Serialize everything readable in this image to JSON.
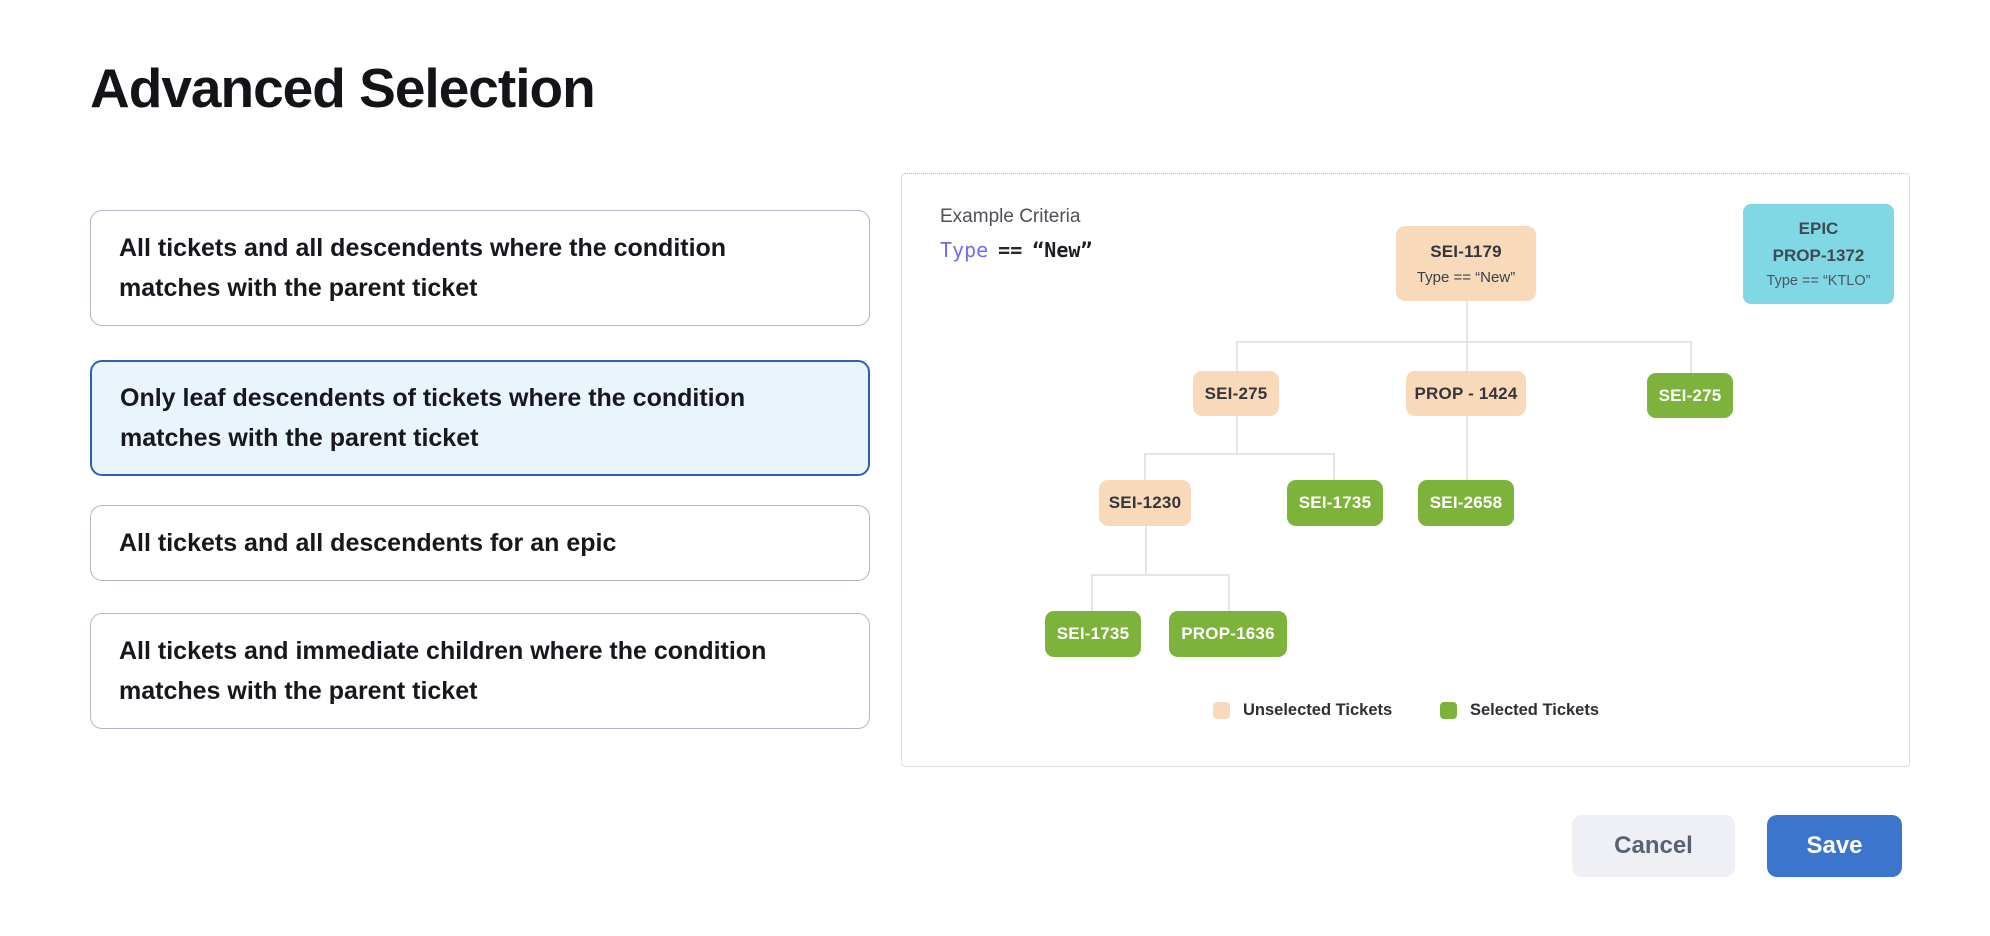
{
  "title": "Advanced Selection",
  "options": [
    {
      "label": "All tickets and all descendents where the condition matches with the parent ticket",
      "selected": false
    },
    {
      "label": "Only leaf descendents of tickets where the condition matches with the parent ticket",
      "selected": true
    },
    {
      "label": "All tickets and all descendents for an epic",
      "selected": false
    },
    {
      "label": "All tickets and immediate children where the condition matches with the parent ticket",
      "selected": false
    }
  ],
  "panel": {
    "criteria": {
      "label": "Example Criteria",
      "field": "Type",
      "operator": "==",
      "value": "“New”"
    },
    "epic_card": {
      "line1": "EPIC",
      "line2": "PROP-1372",
      "line3": "Type == “KTLO”"
    },
    "tree": {
      "root": {
        "label": "SEI-1179",
        "condition": "Type == “New”",
        "state": "unselected"
      },
      "level2": [
        {
          "label": "SEI-275",
          "state": "unselected"
        },
        {
          "label": "PROP - 1424",
          "state": "unselected"
        },
        {
          "label": "SEI-275",
          "state": "selected"
        }
      ],
      "level3": [
        {
          "label": "SEI-1230",
          "state": "unselected"
        },
        {
          "label": "SEI-1735",
          "state": "selected"
        },
        {
          "label": "SEI-2658",
          "state": "selected"
        }
      ],
      "level4": [
        {
          "label": "SEI-1735",
          "state": "selected"
        },
        {
          "label": "PROP-1636",
          "state": "selected"
        }
      ]
    },
    "legend": [
      {
        "label": "Unselected Tickets",
        "color": "#F8DABB"
      },
      {
        "label": "Selected Tickets",
        "color": "#7DB33B"
      }
    ]
  },
  "footer": {
    "cancel_label": "Cancel",
    "save_label": "Save"
  },
  "colors": {
    "unselected_ticket": "#F8DABB",
    "selected_ticket": "#7DB33B",
    "epic_card": "#7FD8E3",
    "selected_option_border": "#2D63AE",
    "selected_option_background": "#E9F4FC",
    "save_button": "#3B76CC",
    "criteria_field": "#6D6FF0"
  }
}
